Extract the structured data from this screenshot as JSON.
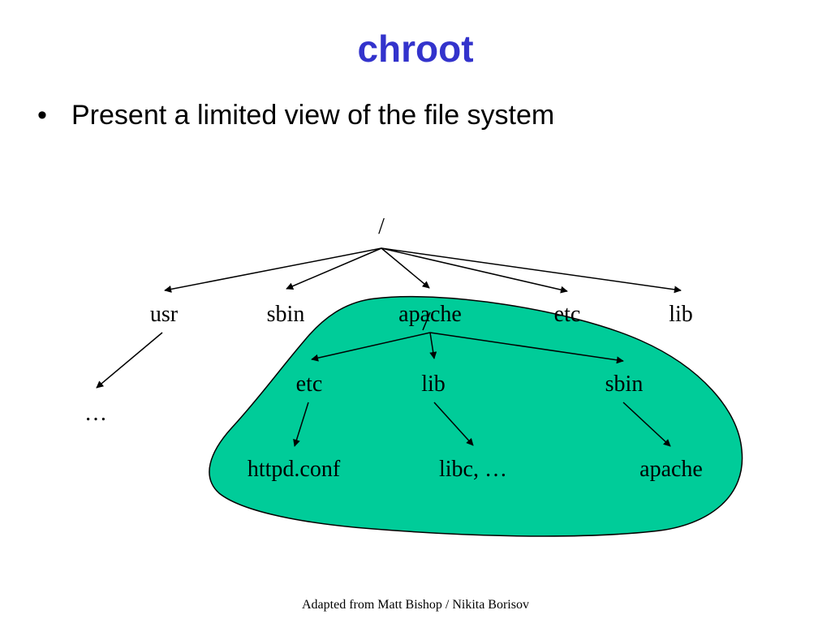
{
  "slide": {
    "title": "chroot",
    "bullet_symbol": "•",
    "bullet": "Present a limited view of the file system",
    "footer": "Adapted from Matt Bishop / Nikita Borisov"
  },
  "diagram": {
    "jail_fill": "#00cc99",
    "nodes": {
      "root": "/",
      "usr": "usr",
      "sbin": "sbin",
      "apache": "apache",
      "etc": "etc",
      "lib": "lib",
      "usr_child": "…",
      "jail_etc": "etc",
      "jail_lib": "lib",
      "jail_sbin": "sbin",
      "httpd_conf": "httpd.conf",
      "libc": "libc, …",
      "apache_bin": "apache"
    }
  }
}
